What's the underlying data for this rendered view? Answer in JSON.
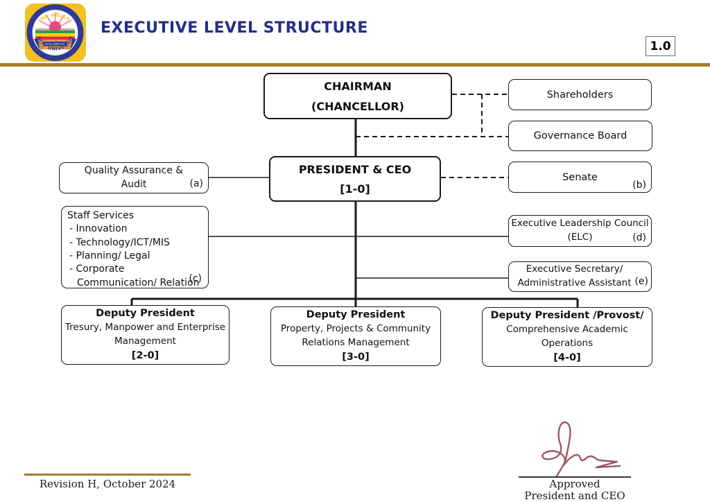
{
  "header": {
    "title": "EXECUTIVE LEVEL STRUCTURE",
    "version": "1.0",
    "logo": {
      "top_text": "ዩኒቲ ዩኒቨርሲቲ",
      "bottom_text": "UNITY UNIVERSITY",
      "banner_text": "Since 1985 Est."
    }
  },
  "nodes": {
    "chairman": {
      "line1": "CHAIRMAN",
      "line2": "(CHANCELLOR)"
    },
    "shareholders": {
      "label": "Shareholders"
    },
    "governance_board": {
      "label": "Governance Board"
    },
    "president": {
      "line1": "PRESIDENT & CEO",
      "code": "[1-0]"
    },
    "quality_assurance": {
      "line1": "Quality Assurance &",
      "line2": "Audit",
      "tag": "(a)"
    },
    "senate": {
      "label": "Senate",
      "tag": "(b)"
    },
    "staff_services": {
      "title": "Staff Services",
      "items": [
        "Innovation",
        "Technology/ICT/MIS",
        "Planning/ Legal",
        "Corporate Communication/ Relation"
      ],
      "tag": "(c)"
    },
    "elc": {
      "line1": "Executive Leadership Council",
      "line2": "(ELC)",
      "tag": "(d)"
    },
    "exec_secretary": {
      "line1": "Executive Secretary/",
      "line2": "Administrative Assistant",
      "tag": "(e)"
    },
    "deputy_1": {
      "title": "Deputy President",
      "desc1": "Tresury, Manpower and Enterprise",
      "desc2": "Management",
      "code": "[2-0]"
    },
    "deputy_2": {
      "title": "Deputy President",
      "desc1": "Property, Projects & Community",
      "desc2": "Relations Management",
      "code": "[3-0]"
    },
    "deputy_3": {
      "title": "Deputy President /Provost/",
      "desc1": "Comprehensive Academic",
      "desc2": "Operations",
      "code": "[4-0]"
    }
  },
  "footer": {
    "revision": "Revision H, October 2024",
    "approved": "Approved",
    "approved_title": "President and CEO"
  },
  "colors": {
    "title_navy": "#232e87",
    "rule_gold": "#a87b2d",
    "signature_maroon": "#9c5862",
    "line_black": "#1a1a1a"
  }
}
